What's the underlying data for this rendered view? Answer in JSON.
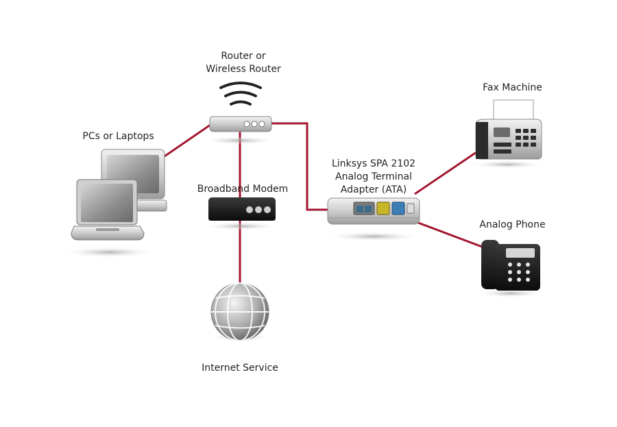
{
  "diagram": {
    "nodes": {
      "router": {
        "label_lines": [
          "Router or",
          "Wireless Router"
        ]
      },
      "pcs": {
        "label_lines": [
          "PCs or Laptops"
        ]
      },
      "modem": {
        "label_lines": [
          "Broadband Modem"
        ]
      },
      "internet": {
        "label_lines": [
          "Internet Service"
        ]
      },
      "ata": {
        "label_lines": [
          "Linksys SPA 2102",
          "Analog Terminal",
          "Adapter (ATA)"
        ]
      },
      "fax": {
        "label_lines": [
          "Fax Machine"
        ]
      },
      "phone": {
        "label_lines": [
          "Analog Phone"
        ]
      }
    },
    "connections": [
      [
        "pcs",
        "router"
      ],
      [
        "router",
        "modem"
      ],
      [
        "modem",
        "internet"
      ],
      [
        "router",
        "ata"
      ],
      [
        "ata",
        "fax"
      ],
      [
        "ata",
        "phone"
      ]
    ],
    "colors": {
      "link": "#a3162f",
      "device_dark": "#1a1a1a",
      "device_light": "#d9d9d9"
    }
  }
}
